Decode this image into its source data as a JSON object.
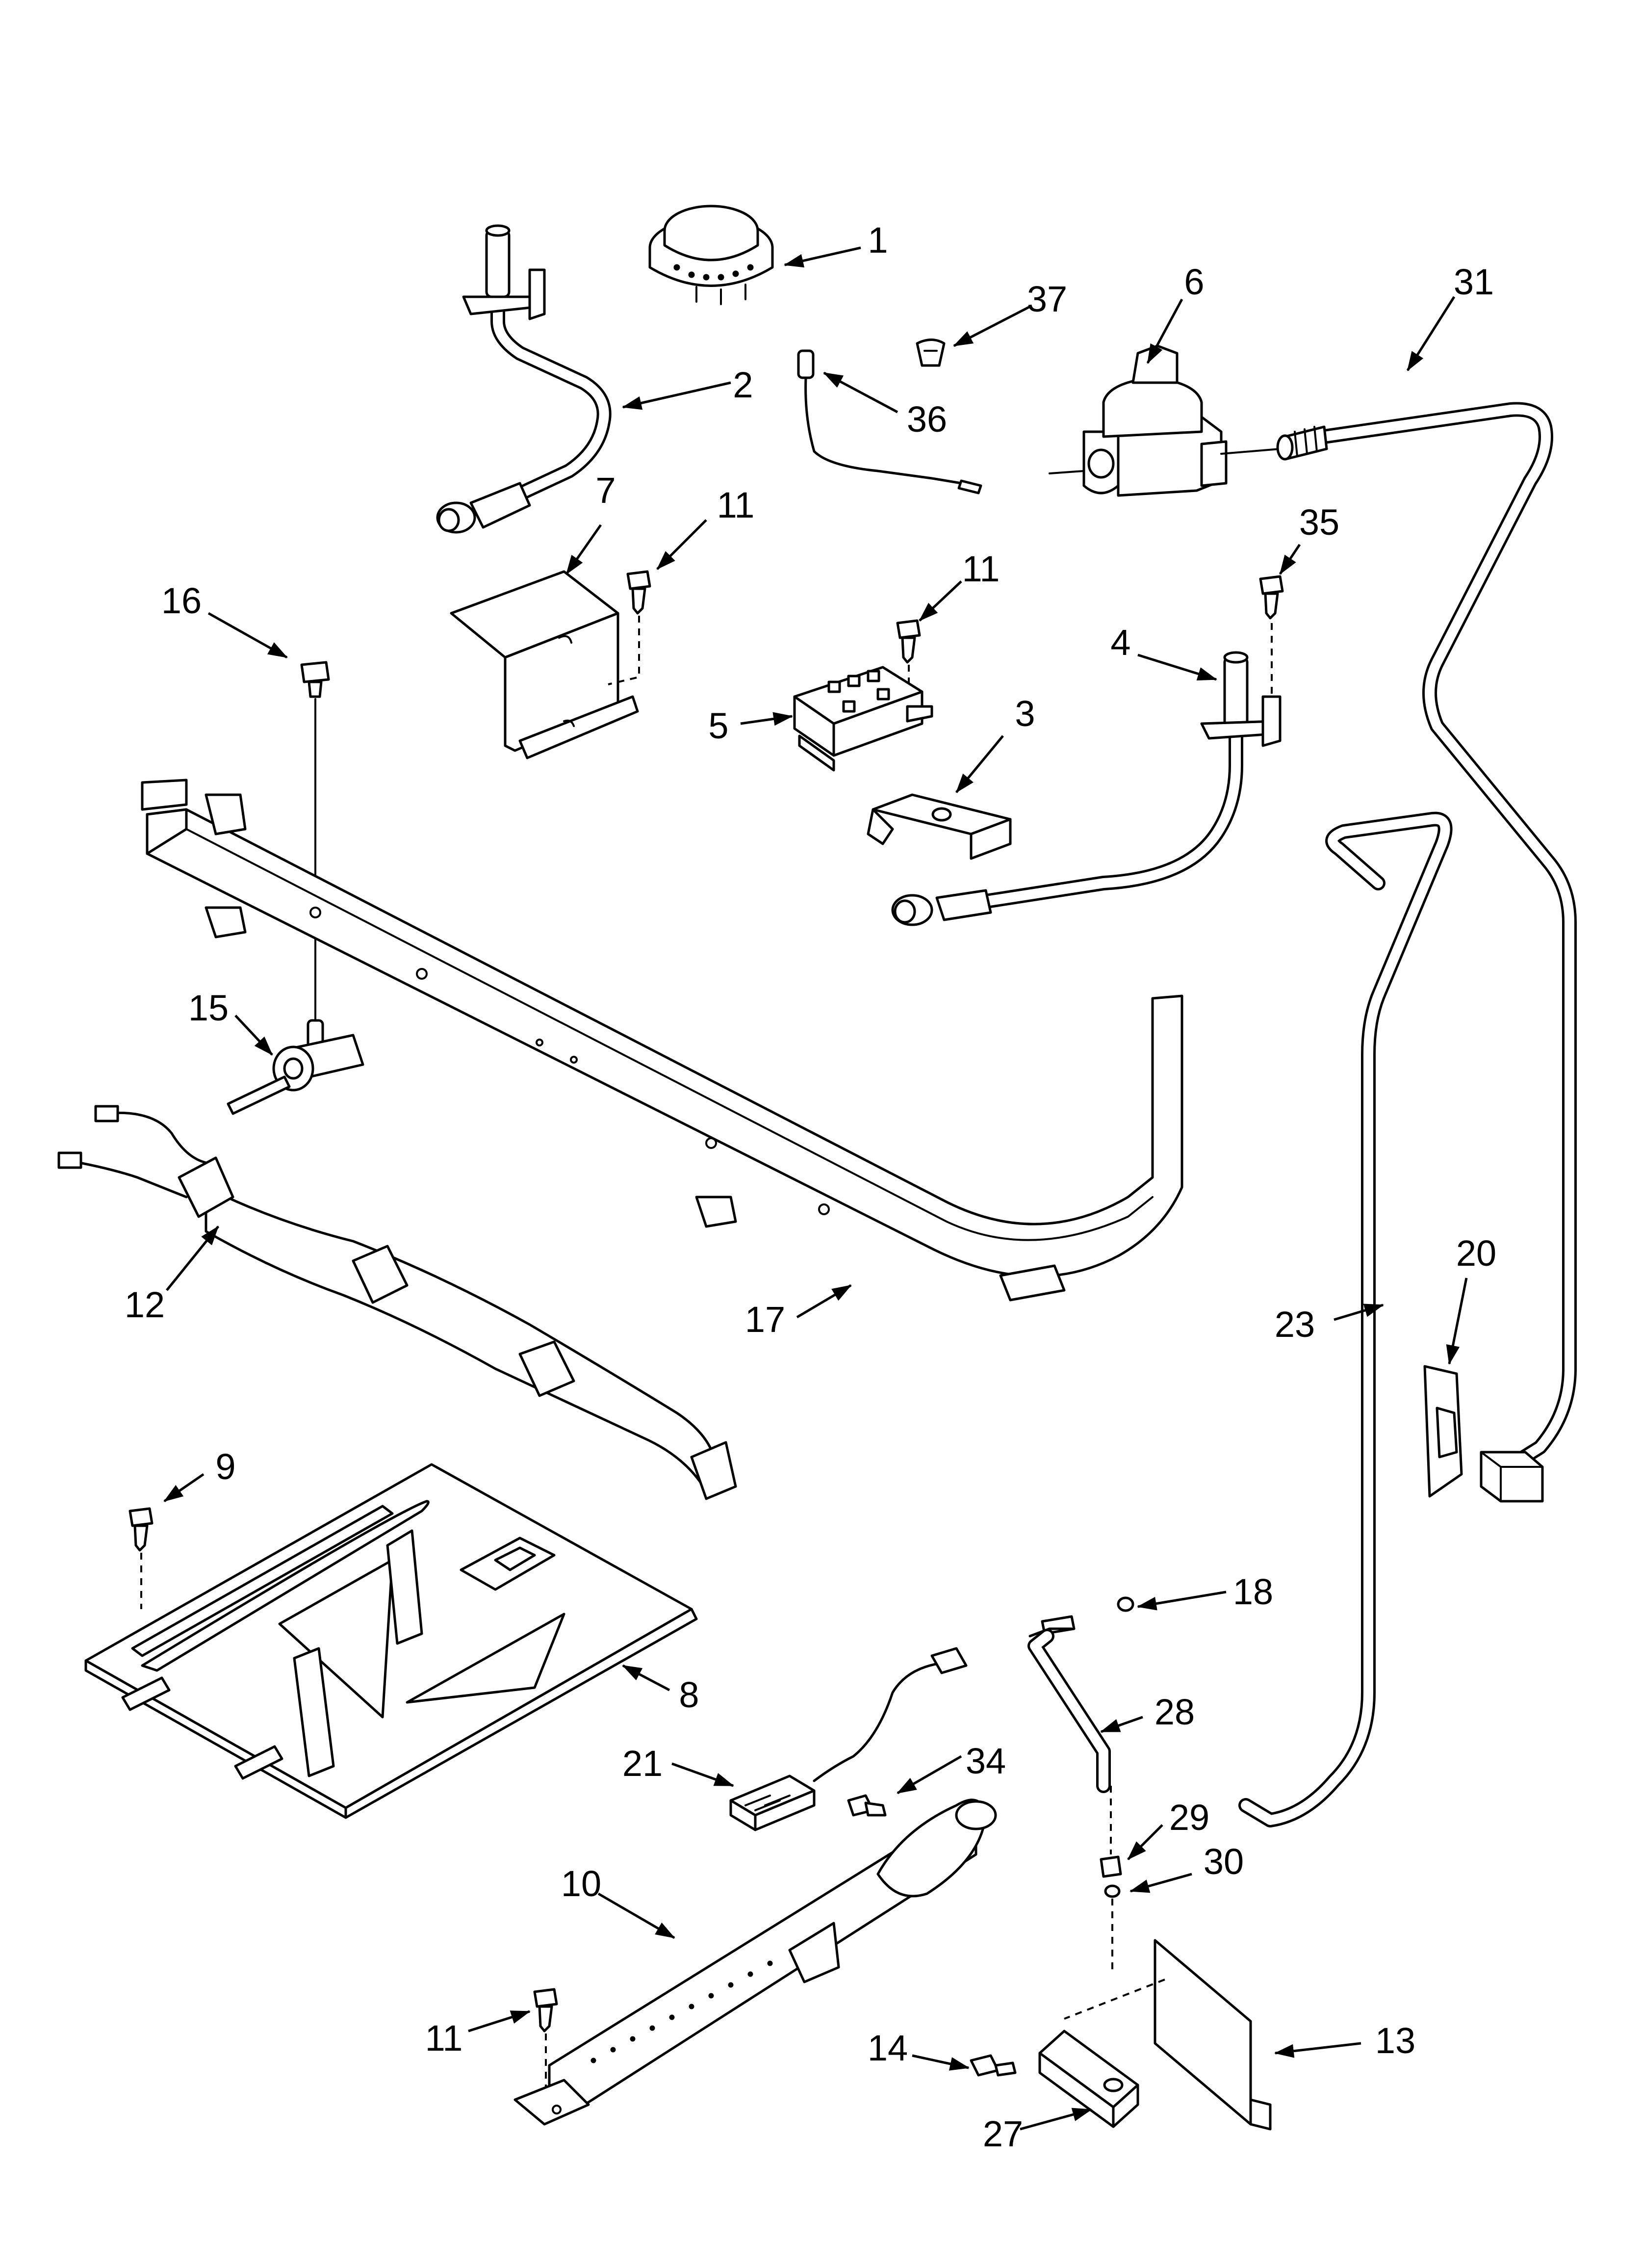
{
  "colors": {
    "line": "#000000",
    "background": "#ffffff"
  },
  "callouts": [
    {
      "id": "c1",
      "label": "1"
    },
    {
      "id": "c2",
      "label": "2"
    },
    {
      "id": "c3",
      "label": "3"
    },
    {
      "id": "c4",
      "label": "4"
    },
    {
      "id": "c5",
      "label": "5"
    },
    {
      "id": "c6",
      "label": "6"
    },
    {
      "id": "c7",
      "label": "7"
    },
    {
      "id": "c8",
      "label": "8"
    },
    {
      "id": "c9",
      "label": "9"
    },
    {
      "id": "c10",
      "label": "10"
    },
    {
      "id": "c11a",
      "label": "11"
    },
    {
      "id": "c11b",
      "label": "11"
    },
    {
      "id": "c11c",
      "label": "11"
    },
    {
      "id": "c12",
      "label": "12"
    },
    {
      "id": "c13",
      "label": "13"
    },
    {
      "id": "c14",
      "label": "14"
    },
    {
      "id": "c15",
      "label": "15"
    },
    {
      "id": "c16",
      "label": "16"
    },
    {
      "id": "c17",
      "label": "17"
    },
    {
      "id": "c18",
      "label": "18"
    },
    {
      "id": "c20",
      "label": "20"
    },
    {
      "id": "c21",
      "label": "21"
    },
    {
      "id": "c23",
      "label": "23"
    },
    {
      "id": "c27",
      "label": "27"
    },
    {
      "id": "c28",
      "label": "28"
    },
    {
      "id": "c29",
      "label": "29"
    },
    {
      "id": "c30",
      "label": "30"
    },
    {
      "id": "c31",
      "label": "31"
    },
    {
      "id": "c34",
      "label": "34"
    },
    {
      "id": "c35",
      "label": "35"
    },
    {
      "id": "c36",
      "label": "36"
    },
    {
      "id": "c37",
      "label": "37"
    }
  ]
}
